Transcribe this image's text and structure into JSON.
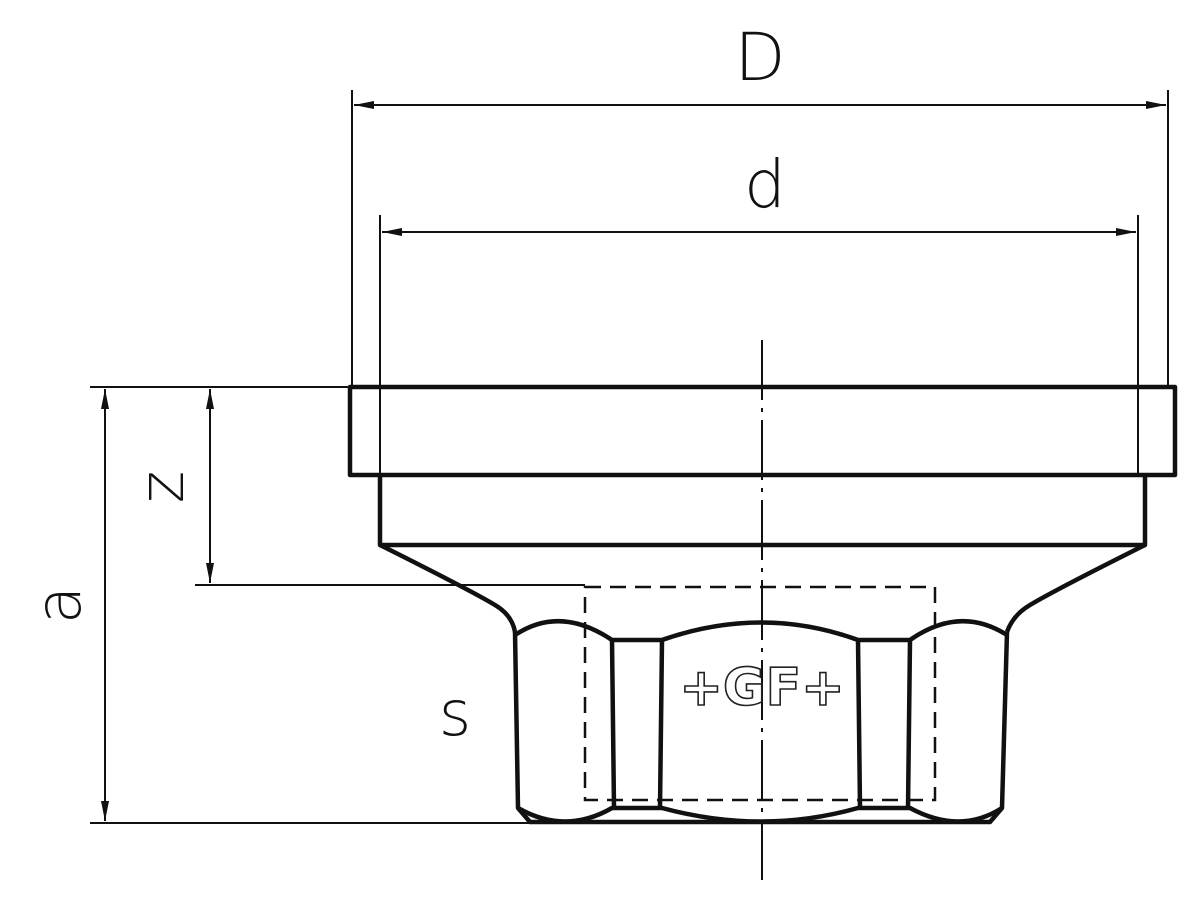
{
  "drawing": {
    "labels": {
      "outer_diameter": "D",
      "inner_diameter": "d",
      "socket_depth": "z",
      "overall_height": "a",
      "hex_size": "s"
    },
    "logo_text": "+GF+"
  }
}
